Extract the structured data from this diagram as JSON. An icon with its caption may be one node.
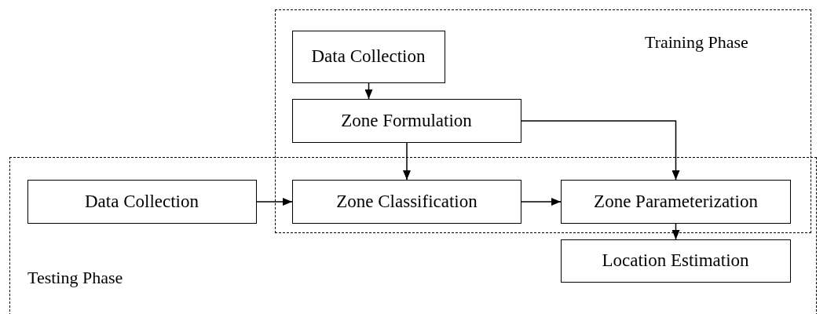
{
  "diagram": {
    "nodes": [
      {
        "text": [
          "Training Phase"
        ]
      },
      {
        "text": [
          "Data Collection"
        ],
        "in": 0
      },
      {
        "text": [
          "Zone Formulation"
        ],
        "in": 0
      },
      {
        "text": [
          "Testing Phase"
        ]
      },
      {
        "text": [
          "Data Collection"
        ],
        "in": 3
      },
      {
        "text": [
          "Zone Classification"
        ]
      },
      {
        "text": [
          "Zone Parameterization"
        ]
      },
      {
        "text": [
          "Location Estimation"
        ],
        "in": 3
      }
    ],
    "edges": [
      {
        "from": 1,
        "to": 2,
        "arrow": "to"
      },
      {
        "from": 2,
        "to": 5,
        "arrow": "to"
      },
      {
        "from": 2,
        "to": 6,
        "arrow": "to"
      },
      {
        "from": 4,
        "to": 5,
        "arrow": "to"
      },
      {
        "from": 5,
        "to": 6,
        "arrow": "to"
      },
      {
        "from": 6,
        "to": 7,
        "arrow": "to"
      }
    ]
  }
}
